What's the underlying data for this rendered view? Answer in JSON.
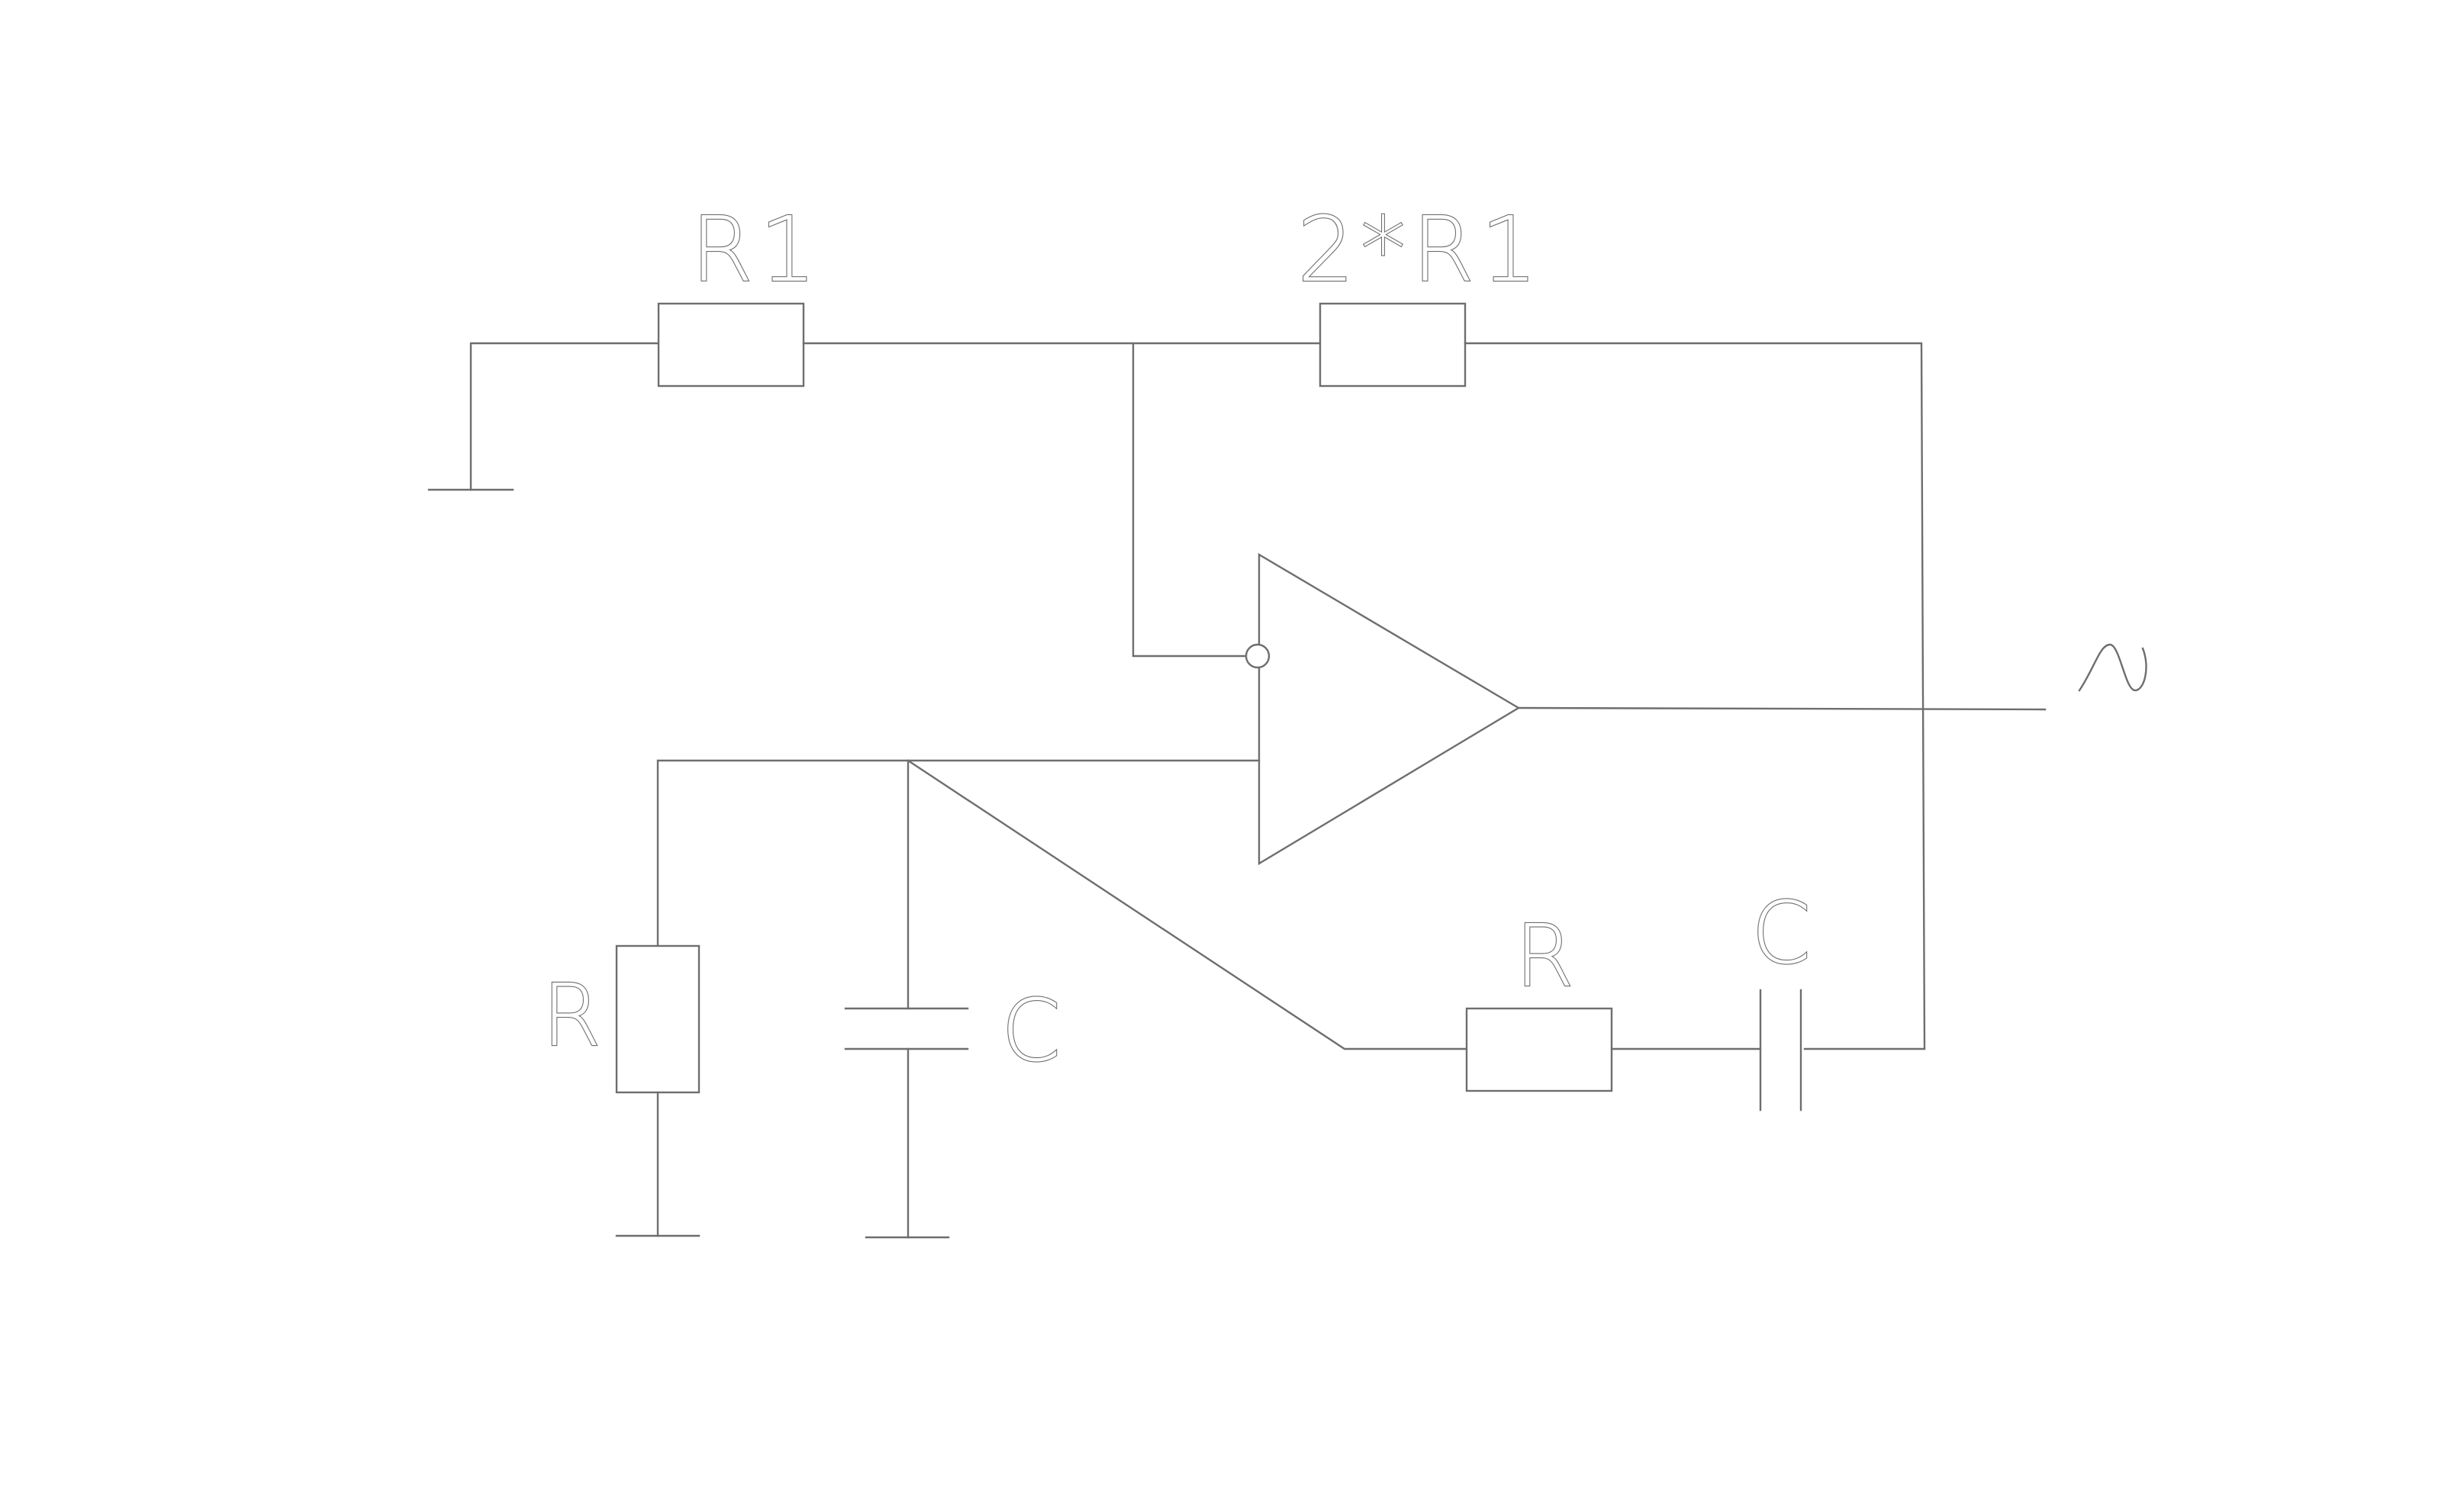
{
  "labels": {
    "r1": "R1",
    "two_r1": "2*R1",
    "r_left": "R",
    "c_left": "C",
    "r_bottom": "R",
    "c_bottom": "C",
    "output": "~"
  }
}
